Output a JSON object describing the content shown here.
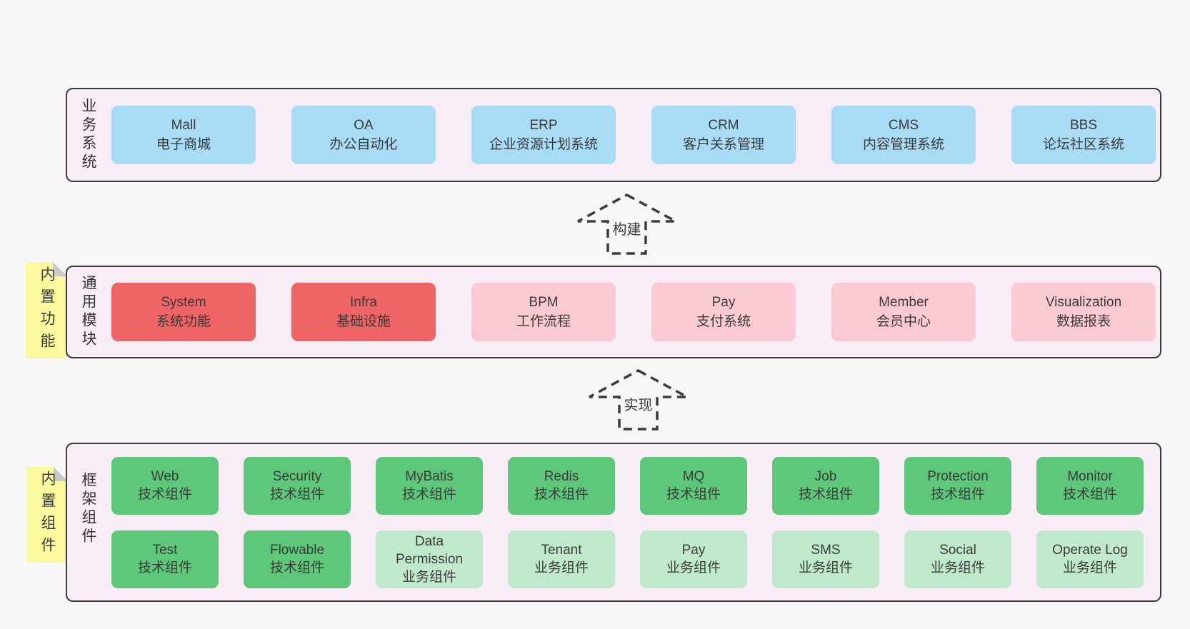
{
  "colors": {
    "page_bg": "#f7f7f7",
    "band_bg": "#f8edf6",
    "band_border": "#3b3b3b",
    "blue_box": "#a8dcf5",
    "red_box": "#ef6464",
    "pink_box": "#fbc9d2",
    "green_box": "#5ec87a",
    "light_green_box": "#c0e9cc",
    "note_yellow": "#fbf99d",
    "note_fold_gray": "#c9c9c9",
    "arrow_stroke": "#3c3c3c"
  },
  "notes": [
    {
      "label": "内置功能"
    },
    {
      "label": "内置组件"
    }
  ],
  "arrows": [
    {
      "label": "构建"
    },
    {
      "label": "实现"
    }
  ],
  "bands": [
    {
      "label": "业务系统",
      "boxes": [
        {
          "name": "Mall",
          "desc": "电子商城",
          "variant": "blue"
        },
        {
          "name": "OA",
          "desc": "办公自动化",
          "variant": "blue"
        },
        {
          "name": "ERP",
          "desc": "企业资源计划系统",
          "variant": "blue"
        },
        {
          "name": "CRM",
          "desc": "客户关系管理",
          "variant": "blue"
        },
        {
          "name": "CMS",
          "desc": "内容管理系统",
          "variant": "blue"
        },
        {
          "name": "BBS",
          "desc": "论坛社区系统",
          "variant": "blue"
        }
      ]
    },
    {
      "label": "通用模块",
      "boxes": [
        {
          "name": "System",
          "desc": "系统功能",
          "variant": "red"
        },
        {
          "name": "Infra",
          "desc": "基础设施",
          "variant": "red"
        },
        {
          "name": "BPM",
          "desc": "工作流程",
          "variant": "pink"
        },
        {
          "name": "Pay",
          "desc": "支付系统",
          "variant": "pink"
        },
        {
          "name": "Member",
          "desc": "会员中心",
          "variant": "pink"
        },
        {
          "name": "Visualization",
          "desc": "数据报表",
          "variant": "pink"
        }
      ]
    },
    {
      "label": "框架组件",
      "rows": [
        [
          {
            "name": "Web",
            "desc": "技术组件",
            "variant": "green"
          },
          {
            "name": "Security",
            "desc": "技术组件",
            "variant": "green"
          },
          {
            "name": "MyBatis",
            "desc": "技术组件",
            "variant": "green"
          },
          {
            "name": "Redis",
            "desc": "技术组件",
            "variant": "green"
          },
          {
            "name": "MQ",
            "desc": "技术组件",
            "variant": "green"
          },
          {
            "name": "Job",
            "desc": "技术组件",
            "variant": "green"
          },
          {
            "name": "Protection",
            "desc": "技术组件",
            "variant": "green"
          },
          {
            "name": "Monitor",
            "desc": "技术组件",
            "variant": "green"
          }
        ],
        [
          {
            "name": "Test",
            "desc": "技术组件",
            "variant": "green"
          },
          {
            "name": "Flowable",
            "desc": "技术组件",
            "variant": "green"
          },
          {
            "name": "Data Permission",
            "desc": "业务组件",
            "variant": "lightgreen"
          },
          {
            "name": "Tenant",
            "desc": "业务组件",
            "variant": "lightgreen"
          },
          {
            "name": "Pay",
            "desc": "业务组件",
            "variant": "lightgreen"
          },
          {
            "name": "SMS",
            "desc": "业务组件",
            "variant": "lightgreen"
          },
          {
            "name": "Social",
            "desc": "业务组件",
            "variant": "lightgreen"
          },
          {
            "name": "Operate Log",
            "desc": "业务组件",
            "variant": "lightgreen"
          }
        ]
      ]
    }
  ]
}
